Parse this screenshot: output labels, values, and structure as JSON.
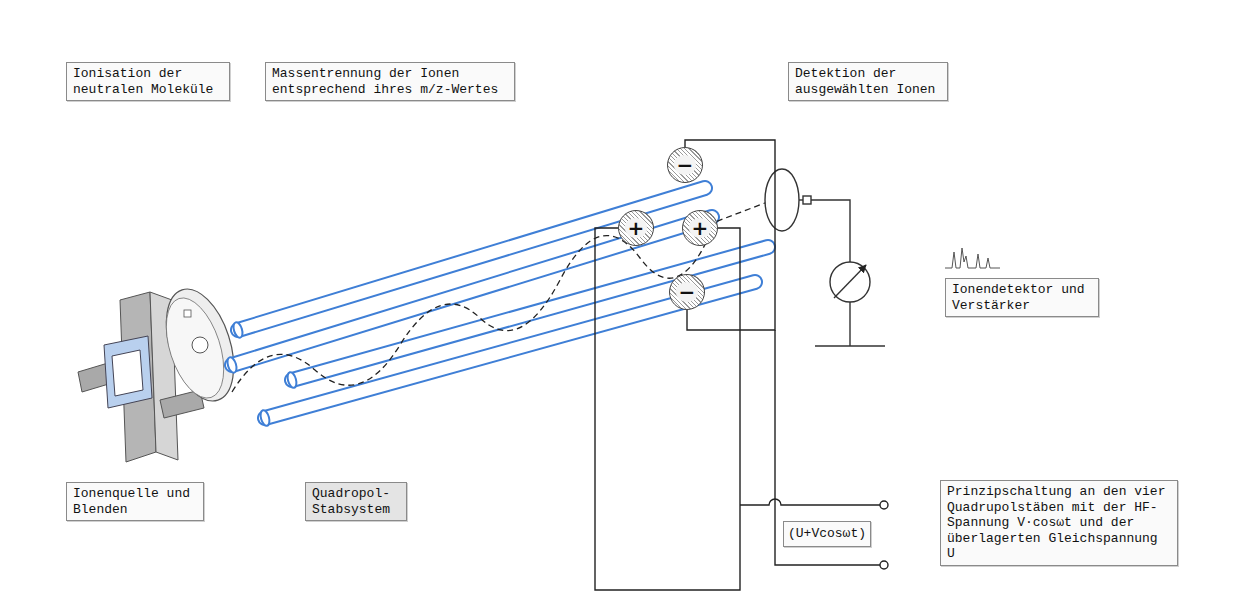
{
  "diagram": {
    "nodes": [
      {
        "text": [
          "Ionisation der neutralen Moleküle"
        ]
      },
      {
        "text": [
          "Massentrennung der Ionen entsprechend ihres m/z-Wertes"
        ]
      },
      {
        "text": [
          "Detektion der ausgewählten Ionen"
        ]
      },
      {
        "text": [
          "−"
        ]
      },
      {
        "text": [
          "+"
        ]
      },
      {
        "text": [
          "+"
        ]
      },
      {
        "text": [
          "Ionendetektor und Verstärker"
        ]
      },
      {
        "text": [
          "−"
        ]
      },
      {
        "text": [
          "Ionenquelle und Blenden"
        ]
      },
      {
        "text": [
          "Quadropol-Stabsystem"
        ]
      },
      {
        "text": [
          "(U+Vcosωt)"
        ]
      },
      {
        "text": [
          "Prinzipschaltung an den vier Quadrupolstäben mit der HF-Spannung V·cosωt und der überlagerten Gleichspannung U"
        ]
      }
    ],
    "edges": [
      {
        "from": 3,
        "to": 7,
        "arrow": "none"
      },
      {
        "from": 4,
        "to": 5,
        "arrow": "none"
      }
    ]
  }
}
